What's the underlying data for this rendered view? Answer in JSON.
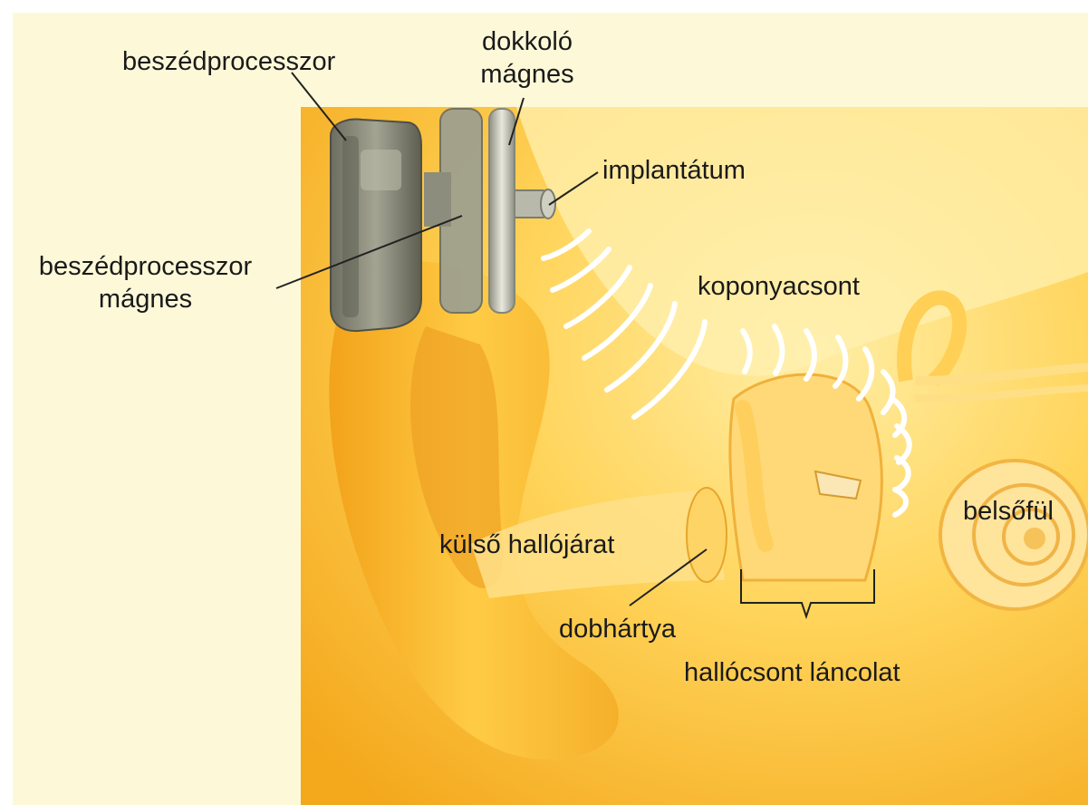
{
  "diagram": {
    "labels": {
      "speech_processor": "beszédprocesszor",
      "docking_magnet_line1": "dokkoló",
      "docking_magnet_line2": "mágnes",
      "implant": "implantátum",
      "processor_magnet_line1": "beszédprocesszor",
      "processor_magnet_line2": "mágnes",
      "skull_bone": "koponyacsont",
      "inner_ear": "belsőfül",
      "ear_canal": "külső hallójárat",
      "eardrum": "dobhártya",
      "ossicular_chain": "hallócsont láncolat"
    },
    "colors": {
      "background_light": "#fdf9d8",
      "skin_orange": "#f5b323",
      "skin_light": "#ffe89a",
      "device_gray": "#7d7e6e",
      "label_text": "#1a1a1a"
    }
  }
}
